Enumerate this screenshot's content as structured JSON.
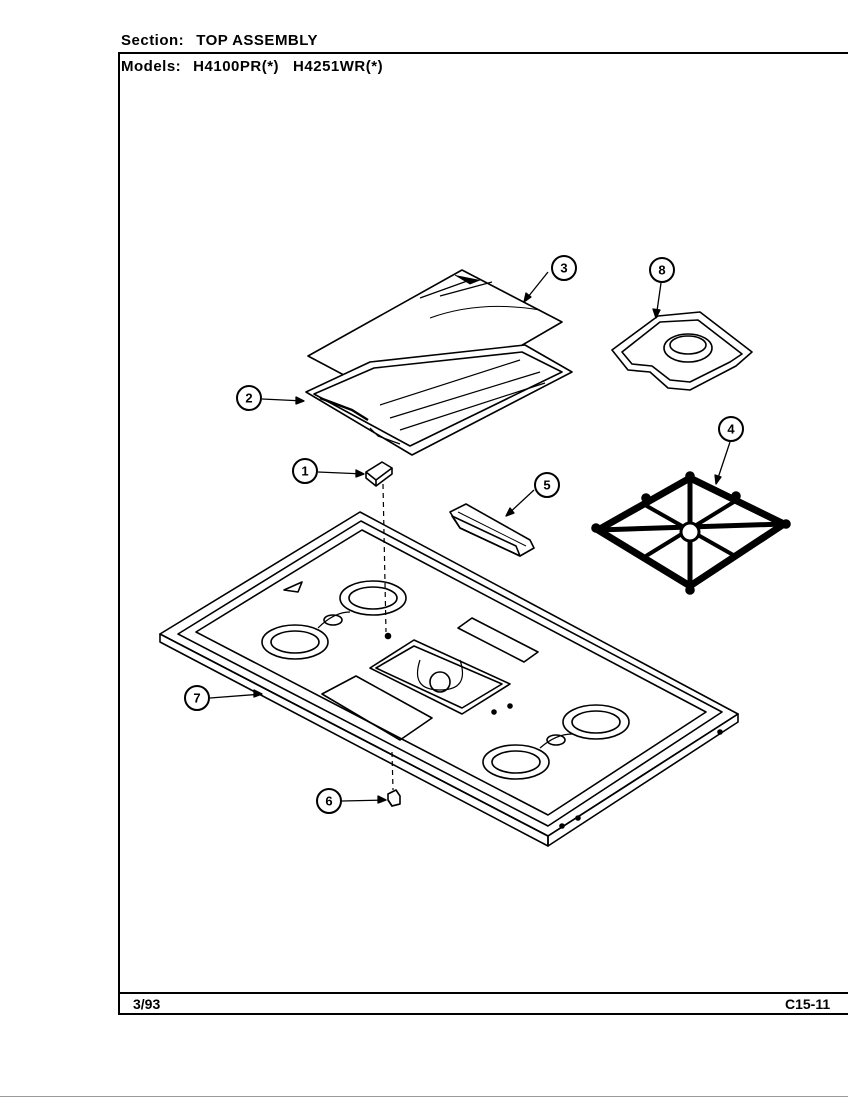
{
  "header": {
    "section_label": "Section:",
    "section_value": "TOP ASSEMBLY",
    "models_label": "Models:",
    "models": [
      "H4100PR(*)",
      "H4251WR(*)"
    ]
  },
  "footer": {
    "date": "3/93",
    "code": "C15-11"
  },
  "callouts": [
    "1",
    "2",
    "3",
    "4",
    "5",
    "6",
    "7",
    "8"
  ],
  "parts_depicted": [
    {
      "callout": "1",
      "icon": "clip-icon"
    },
    {
      "callout": "2",
      "icon": "insulation-pad-icon"
    },
    {
      "callout": "3",
      "icon": "top-cover-icon"
    },
    {
      "callout": "4",
      "icon": "burner-grate-icon"
    },
    {
      "callout": "5",
      "icon": "spill-tray-icon"
    },
    {
      "callout": "6",
      "icon": "screw-icon"
    },
    {
      "callout": "7",
      "icon": "cooktop-panel-icon"
    },
    {
      "callout": "8",
      "icon": "drip-bowl-icon"
    }
  ]
}
